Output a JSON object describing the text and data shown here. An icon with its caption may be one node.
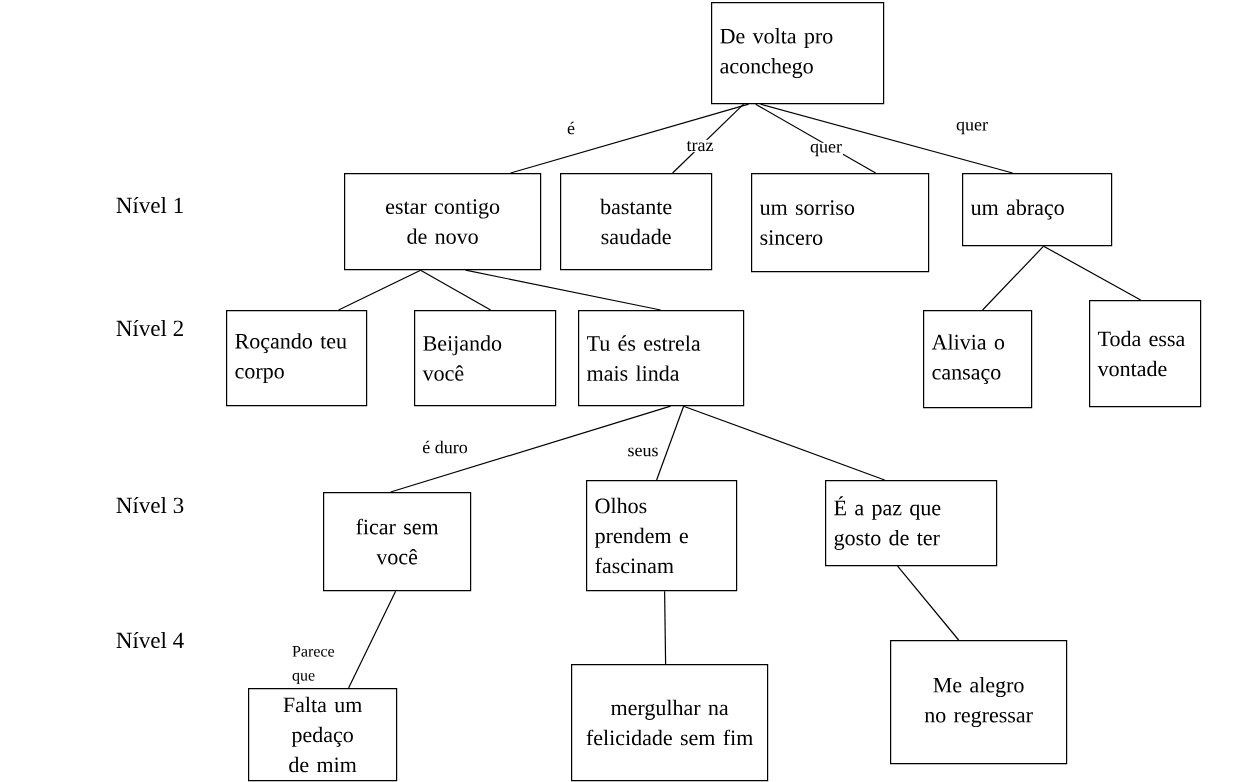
{
  "diagram": {
    "nodes": [
      {
        "text": [
          "De volta pro aconchego"
        ]
      },
      {
        "text": [
          "estar contigo de novo"
        ]
      },
      {
        "text": [
          "bastante saudade"
        ]
      },
      {
        "text": [
          "um sorriso sincero"
        ]
      },
      {
        "text": [
          "um abraço"
        ]
      },
      {
        "text": [
          "Roçando teu corpo"
        ]
      },
      {
        "text": [
          "Beijando você"
        ]
      },
      {
        "text": [
          "Tu és estrela mais linda"
        ]
      },
      {
        "text": [
          "Alivia o cansaço"
        ]
      },
      {
        "text": [
          "Toda essa vontade"
        ]
      },
      {
        "text": [
          "ficar sem você"
        ]
      },
      {
        "text": [
          "Olhos prendem e fascinam"
        ]
      },
      {
        "text": [
          "É a paz que gosto de ter"
        ]
      },
      {
        "text": [
          "Falta um pedaço de mim"
        ]
      },
      {
        "text": [
          "mergulhar na felicidade sem fim"
        ]
      },
      {
        "text": [
          "Me alegro no regressar"
        ]
      }
    ],
    "edges": [
      {
        "from": 0,
        "to": 1,
        "arrow": "none",
        "label": "é"
      },
      {
        "from": 0,
        "to": 2,
        "arrow": "none",
        "label": "traz"
      },
      {
        "from": 0,
        "to": 3,
        "arrow": "none",
        "label": "quer"
      },
      {
        "from": 0,
        "to": 4,
        "arrow": "none",
        "label": "quer"
      },
      {
        "from": 1,
        "to": 5,
        "arrow": "none"
      },
      {
        "from": 1,
        "to": 6,
        "arrow": "none"
      },
      {
        "from": 1,
        "to": 7,
        "arrow": "none"
      },
      {
        "from": 4,
        "to": 8,
        "arrow": "none"
      },
      {
        "from": 4,
        "to": 9,
        "arrow": "none"
      },
      {
        "from": 7,
        "to": 10,
        "arrow": "none",
        "label": "é duro"
      },
      {
        "from": 7,
        "to": 11,
        "arrow": "none",
        "label": "seus"
      },
      {
        "from": 7,
        "to": 12,
        "arrow": "none"
      },
      {
        "from": 10,
        "to": 13,
        "arrow": "none",
        "label": "Parece que"
      },
      {
        "from": 11,
        "to": 14,
        "arrow": "none"
      },
      {
        "from": 12,
        "to": 15,
        "arrow": "none"
      }
    ],
    "labels": [
      "Nível 1",
      "Nível 2",
      "Nível 3",
      "Nível 4"
    ]
  }
}
